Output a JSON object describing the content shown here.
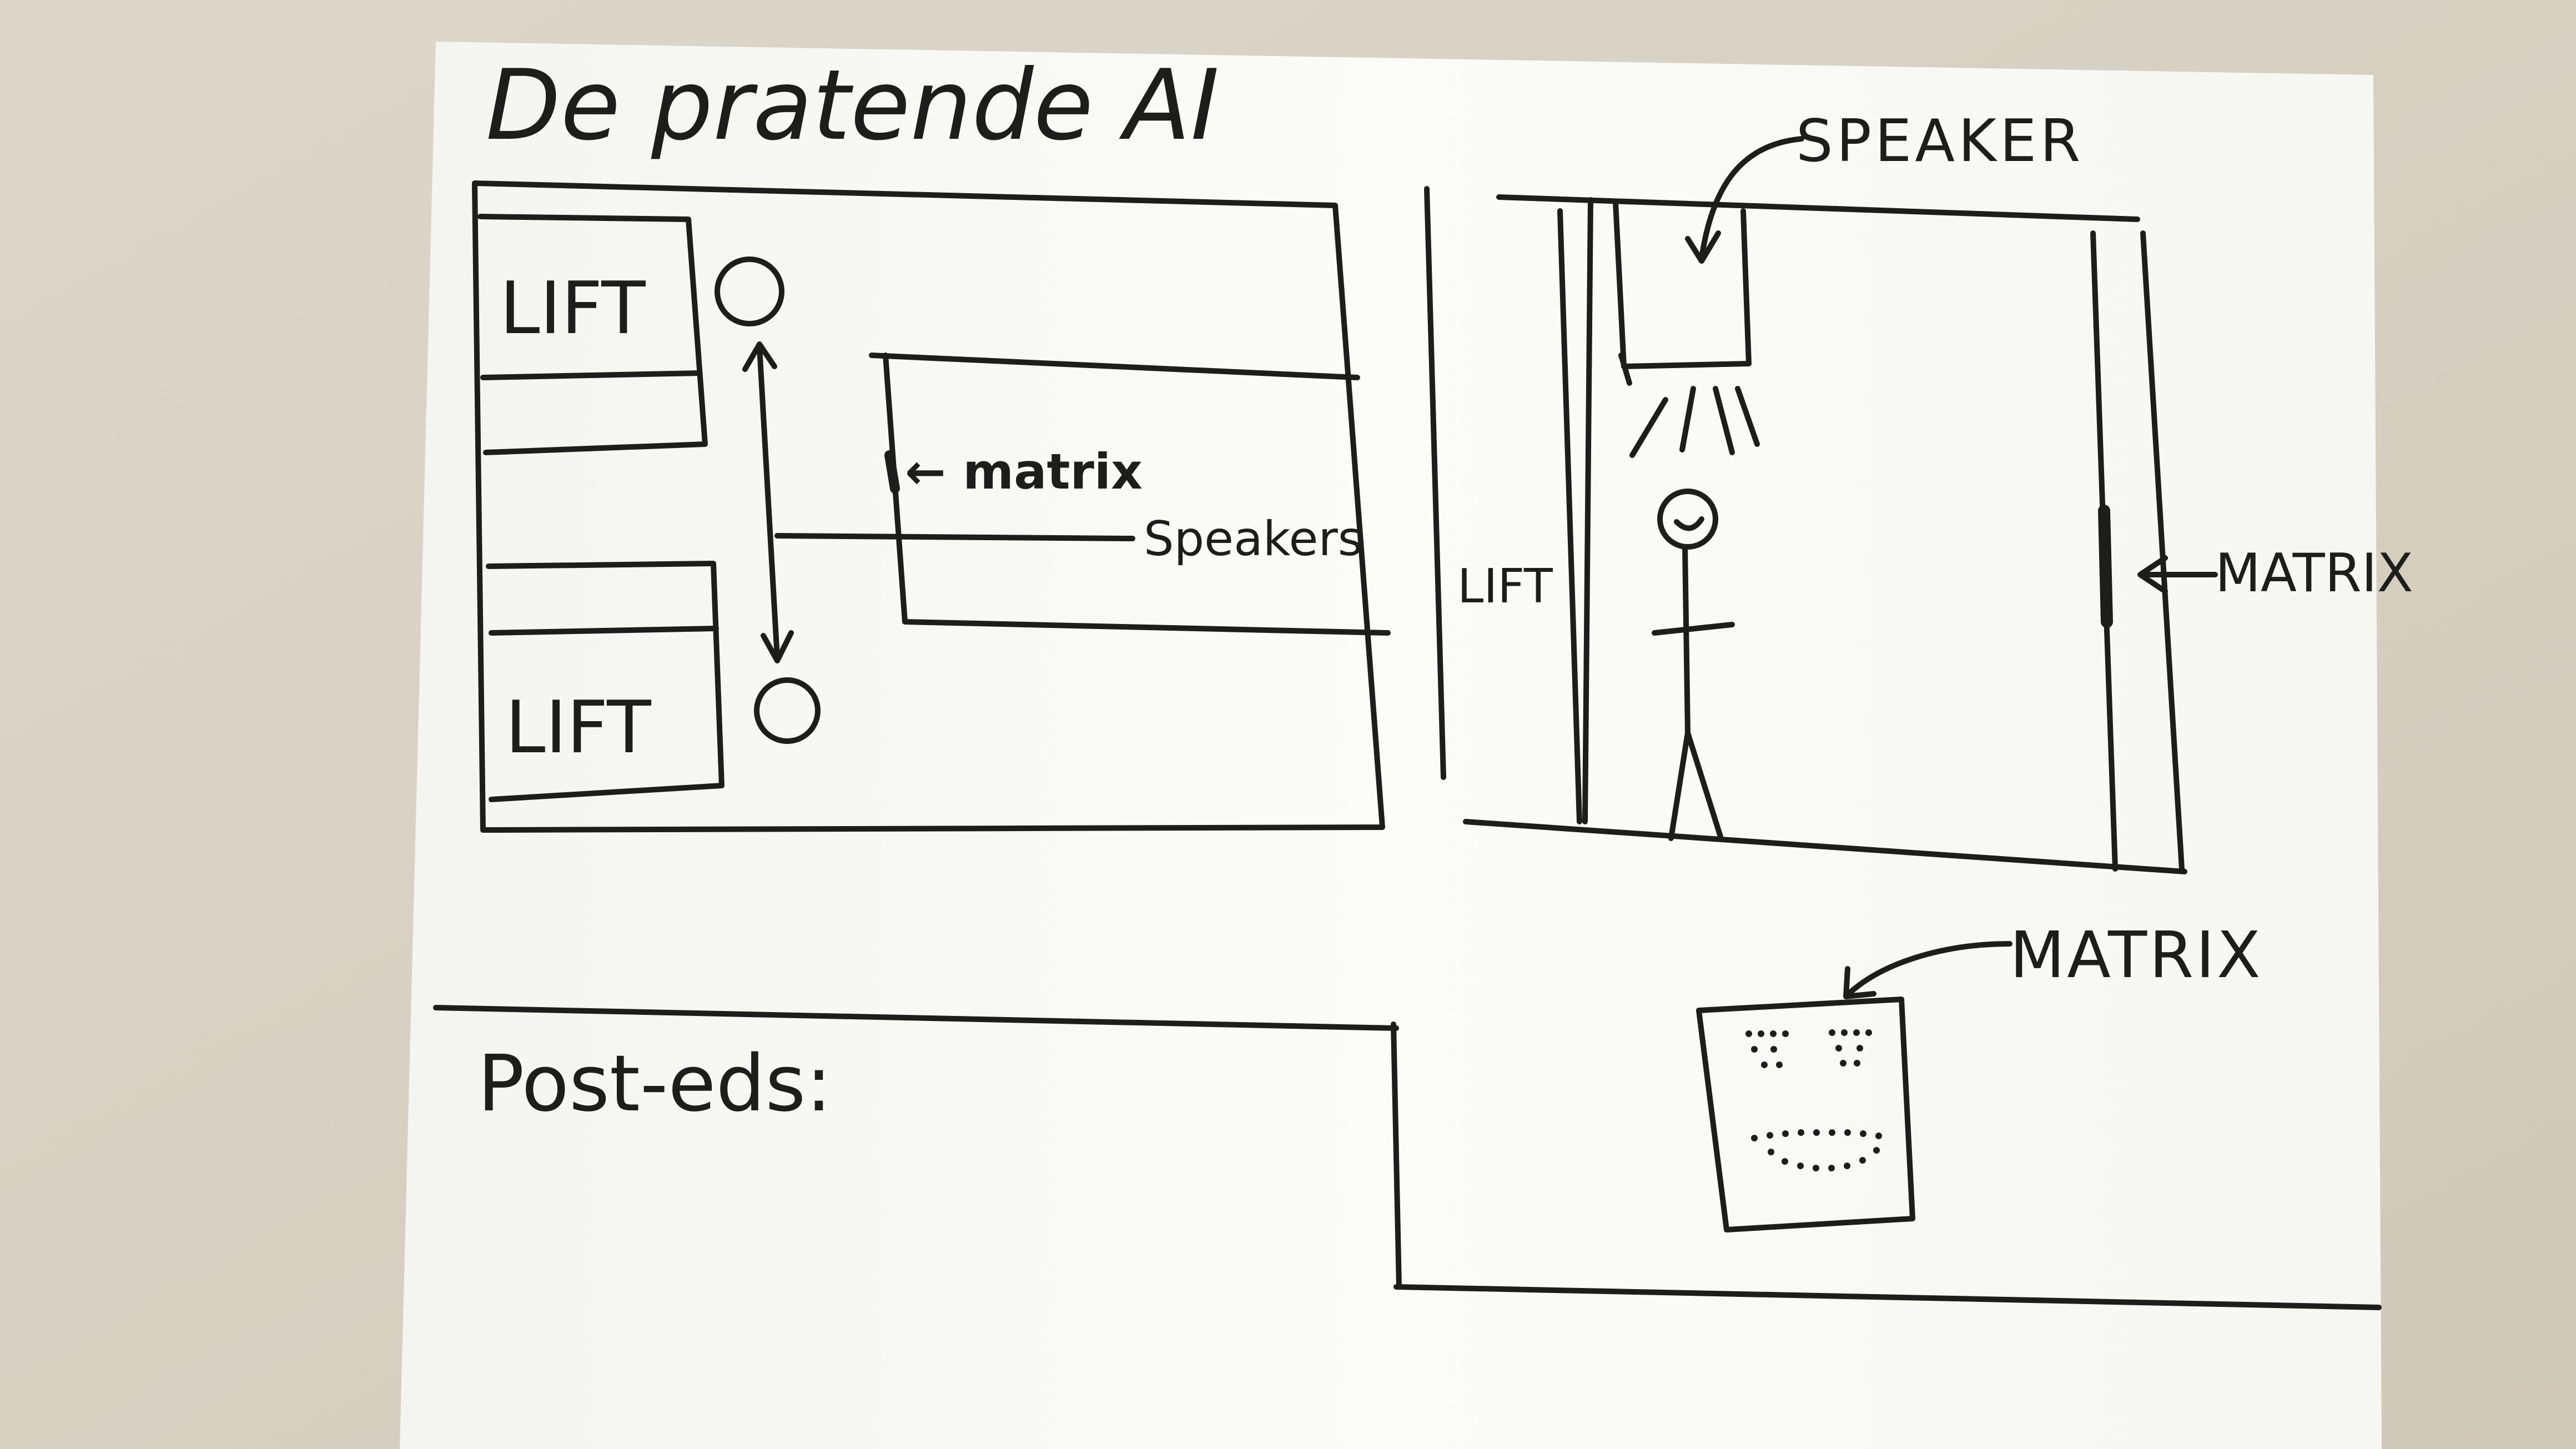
{
  "page": {
    "title": "De pratende AI",
    "post_label": "Post-eds:"
  },
  "floor_plan": {
    "lift_top": "LIFT",
    "lift_bottom": "LIFT",
    "matrix_note": "← matrix",
    "speakers_note": "Speakers"
  },
  "side_view": {
    "speaker_label": "SPEAKER",
    "lift_label": "LIFT",
    "matrix_label": "MATRIX"
  },
  "matrix_face": {
    "label": "MATRIX"
  },
  "colors": {
    "background": "#d9d4c6",
    "paper": "#fbfbf8",
    "ink": "#1d1d1b"
  }
}
